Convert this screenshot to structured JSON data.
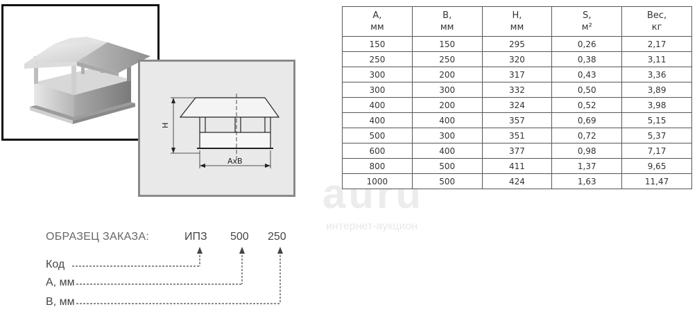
{
  "table": {
    "headers": [
      {
        "label": "A,",
        "unit": "мм"
      },
      {
        "label": "B,",
        "unit": "мм"
      },
      {
        "label": "H,",
        "unit": "мм"
      },
      {
        "label": "S,",
        "unit": "м²"
      },
      {
        "label": "Вес,",
        "unit": "кг"
      }
    ],
    "rows": [
      [
        "150",
        "150",
        "295",
        "0,26",
        "2,17"
      ],
      [
        "250",
        "250",
        "320",
        "0,38",
        "3,11"
      ],
      [
        "300",
        "200",
        "317",
        "0,43",
        "3,36"
      ],
      [
        "300",
        "300",
        "332",
        "0,50",
        "3,89"
      ],
      [
        "400",
        "200",
        "324",
        "0,52",
        "3,98"
      ],
      [
        "400",
        "400",
        "357",
        "0,69",
        "5,15"
      ],
      [
        "500",
        "300",
        "351",
        "0,72",
        "5,37"
      ],
      [
        "600",
        "400",
        "377",
        "0,98",
        "7,17"
      ],
      [
        "800",
        "500",
        "411",
        "1,37",
        "9,65"
      ],
      [
        "1000",
        "500",
        "424",
        "1,63",
        "11,47"
      ]
    ]
  },
  "drawing": {
    "height_label": "H",
    "width_label": "AxB"
  },
  "order": {
    "title": "ОБРАЗЕЦ ЗАКАЗА:",
    "code": "ИПЗ",
    "a_value": "500",
    "b_value": "250",
    "labels": {
      "code": "Код",
      "a": "А, мм",
      "b": "В, мм"
    }
  },
  "watermark": {
    "main": "auru",
    "sub": "интернет-аукцион"
  }
}
